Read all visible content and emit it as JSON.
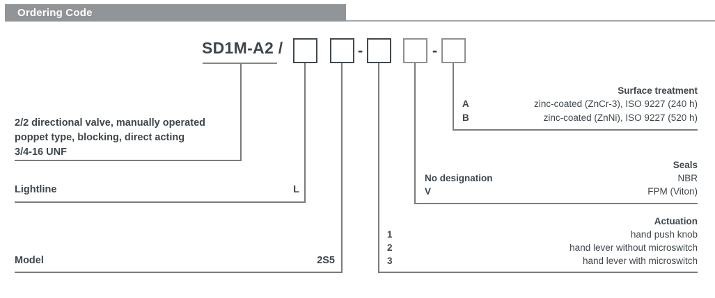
{
  "header": {
    "title": "Ordering Code"
  },
  "code": {
    "prefix": "SD1M-A2 /",
    "separator": "-",
    "box_count": 5
  },
  "sections": {
    "description": {
      "lines": [
        "2/2 directional valve, manually operated",
        "poppet type, blocking, direct acting",
        "3/4-16 UNF"
      ]
    },
    "lightline": {
      "label": "Lightline",
      "code": "L"
    },
    "model": {
      "label": "Model",
      "code": "2S5"
    },
    "surface_treatment": {
      "title": "Surface treatment",
      "options": [
        {
          "code": "A",
          "value": "zinc-coated (ZnCr-3), ISO 9227 (240 h)"
        },
        {
          "code": "B",
          "value": "zinc-coated (ZnNi), ISO 9227 (520 h)"
        }
      ]
    },
    "seals": {
      "title": "Seals",
      "options": [
        {
          "code": "No designation",
          "value": "NBR"
        },
        {
          "code": "V",
          "value": "FPM (Viton)"
        }
      ]
    },
    "actuation": {
      "title": "Actuation",
      "options": [
        {
          "code": "1",
          "value": "hand push knob"
        },
        {
          "code": "2",
          "value": "hand lever without microswitch"
        },
        {
          "code": "3",
          "value": "hand lever with microswitch"
        }
      ]
    }
  },
  "colors": {
    "header_bg": "#929598",
    "header_text": "#ffffff",
    "text": "#3e464c",
    "line": "#787c7f",
    "box_border_dark": "#41484d",
    "box_border_light": "#8e9193"
  }
}
